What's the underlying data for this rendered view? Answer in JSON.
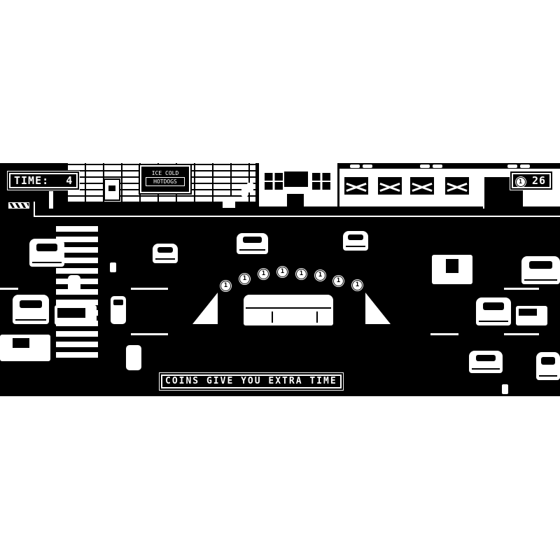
{
  "hud": {
    "time_label": "TIME:",
    "time_value": "4",
    "coin_icon": "coin-icon",
    "coin_count": "26"
  },
  "scenery": {
    "sign_line1": "ICE COLD",
    "sign_line2": "HOTDOGS"
  },
  "coins": [
    "1",
    "1",
    "1",
    "1",
    "1",
    "1",
    "1",
    "1"
  ],
  "tutorial_banner": "COINS GIVE YOU EXTRA TIME",
  "colors": {
    "background": "#000000",
    "foreground": "#ffffff"
  }
}
